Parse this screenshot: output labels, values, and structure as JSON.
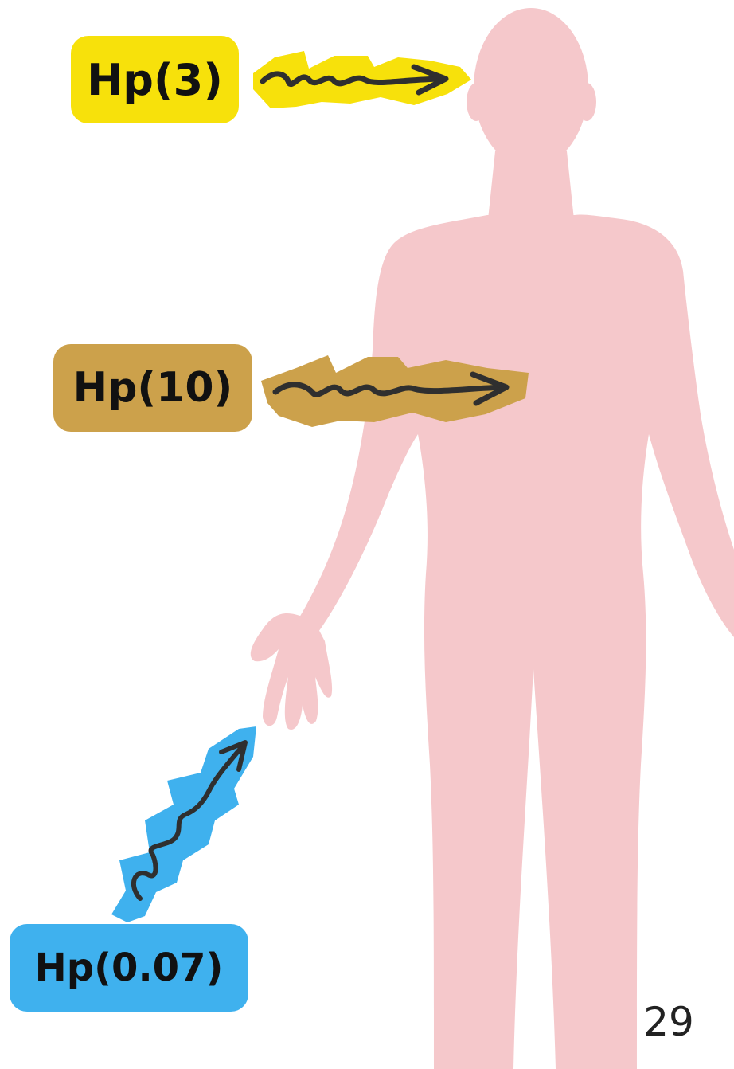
{
  "diagram": {
    "labels": {
      "head": "Hp(3)",
      "body": "Hp(10)",
      "hand": "Hp(0.07)"
    },
    "page_number": "29"
  },
  "colors": {
    "background": "#ffffff",
    "body_silhouette": "#f5c8cb",
    "hp3_label": "#f7e10b",
    "hp10_label": "#cca14b",
    "hp007_label": "#3fb1ee",
    "arrow_stroke": "#2f2f2f"
  },
  "icons": {
    "silhouette": "human-body-silhouette",
    "radiation_arrows": "wavy-arrow-icon"
  }
}
